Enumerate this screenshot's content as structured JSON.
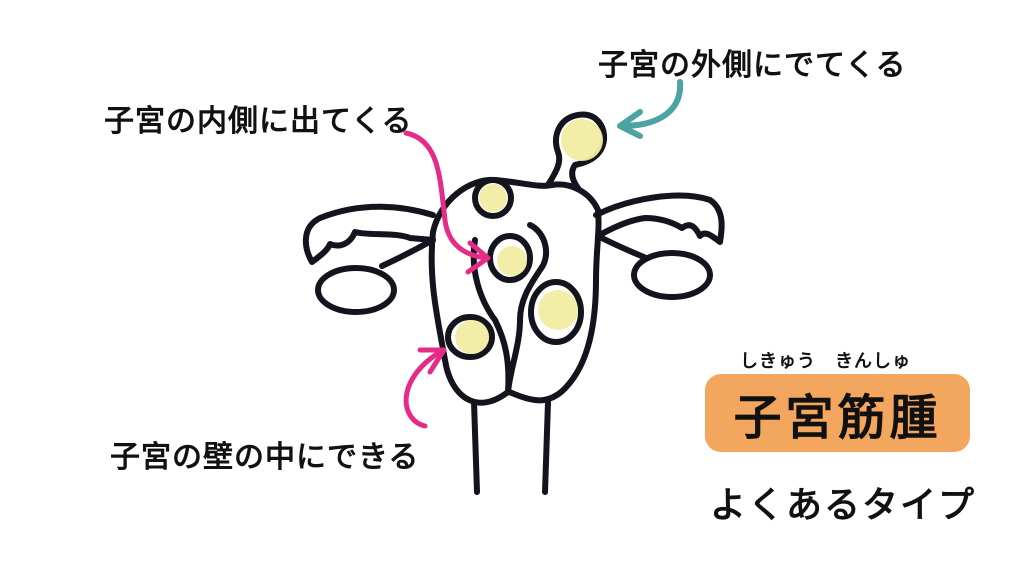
{
  "labels": {
    "outer": "子宮の外側にでてくる",
    "inner": "子宮の内側に出てくる",
    "wall": "子宮の壁の中にできる"
  },
  "title": {
    "ruby": "しきゅう　きんしゅ",
    "main": "子宮筋腫",
    "subtitle": "よくあるタイプ"
  },
  "colors": {
    "title_box": "#f2a65e",
    "fibroid_fill": "#f2eea4",
    "arrow_pink": "#e52b86",
    "arrow_teal": "#4da3a3",
    "outline": "#14141e"
  }
}
